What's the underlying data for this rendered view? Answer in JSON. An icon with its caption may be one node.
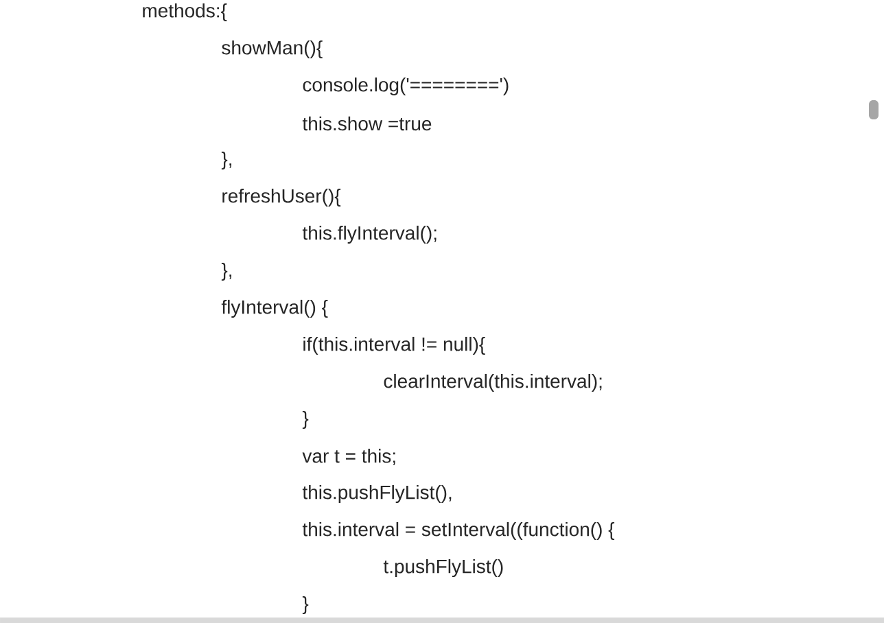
{
  "diagram": {
    "labels": [
      "methods:{",
      "showMan(){",
      "console.log('========')",
      "this.show =true",
      "},",
      "refreshUser(){",
      "this.flyInterval();",
      "},",
      "flyInterval() {",
      "if(this.interval != null){",
      "clearInterval(this.interval);",
      "}",
      "var t = this;",
      "this.pushFlyList(),",
      "this.interval = setInterval((function() {",
      "t.pushFlyList()",
      "}"
    ]
  }
}
